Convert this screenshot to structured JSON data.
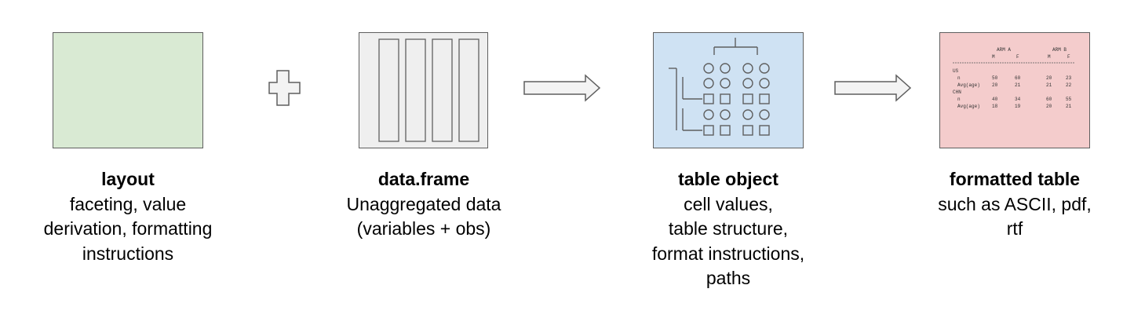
{
  "colors": {
    "layout_fill": "#d9ead3",
    "dataframe_fill": "#efefef",
    "tableobj_fill": "#cfe2f3",
    "formatted_fill": "#f4cccc",
    "stroke": "#5f5f5f"
  },
  "layout": {
    "title": "layout",
    "lines": [
      "faceting, value",
      "derivation, formatting",
      "instructions"
    ]
  },
  "dataframe": {
    "title": "data.frame",
    "lines": [
      "Unaggregated data",
      "(variables + obs)"
    ]
  },
  "table_object": {
    "title": "table object",
    "lines": [
      "cell values,",
      "table structure,",
      "format instructions,",
      "paths"
    ]
  },
  "formatted_table": {
    "title": "formatted table",
    "lines": [
      "such as ASCII, pdf,",
      "rtf"
    ],
    "preview": {
      "header1": [
        "ARM A",
        "ARM B"
      ],
      "header2": [
        "M",
        "F",
        "M",
        "F"
      ],
      "rows": [
        {
          "label": "US",
          "values": []
        },
        {
          "label": "n",
          "values": [
            "50",
            "60",
            "20",
            "23"
          ]
        },
        {
          "label": "Avg(age)",
          "values": [
            "20",
            "21",
            "21",
            "22"
          ]
        },
        {
          "label": "CHN",
          "values": []
        },
        {
          "label": "n",
          "values": [
            "40",
            "34",
            "60",
            "55"
          ]
        },
        {
          "label": "Avg(age)",
          "values": [
            "18",
            "19",
            "20",
            "21"
          ]
        }
      ]
    }
  },
  "connectors": [
    "plus-icon",
    "arrow-right-icon",
    "arrow-right-icon"
  ]
}
